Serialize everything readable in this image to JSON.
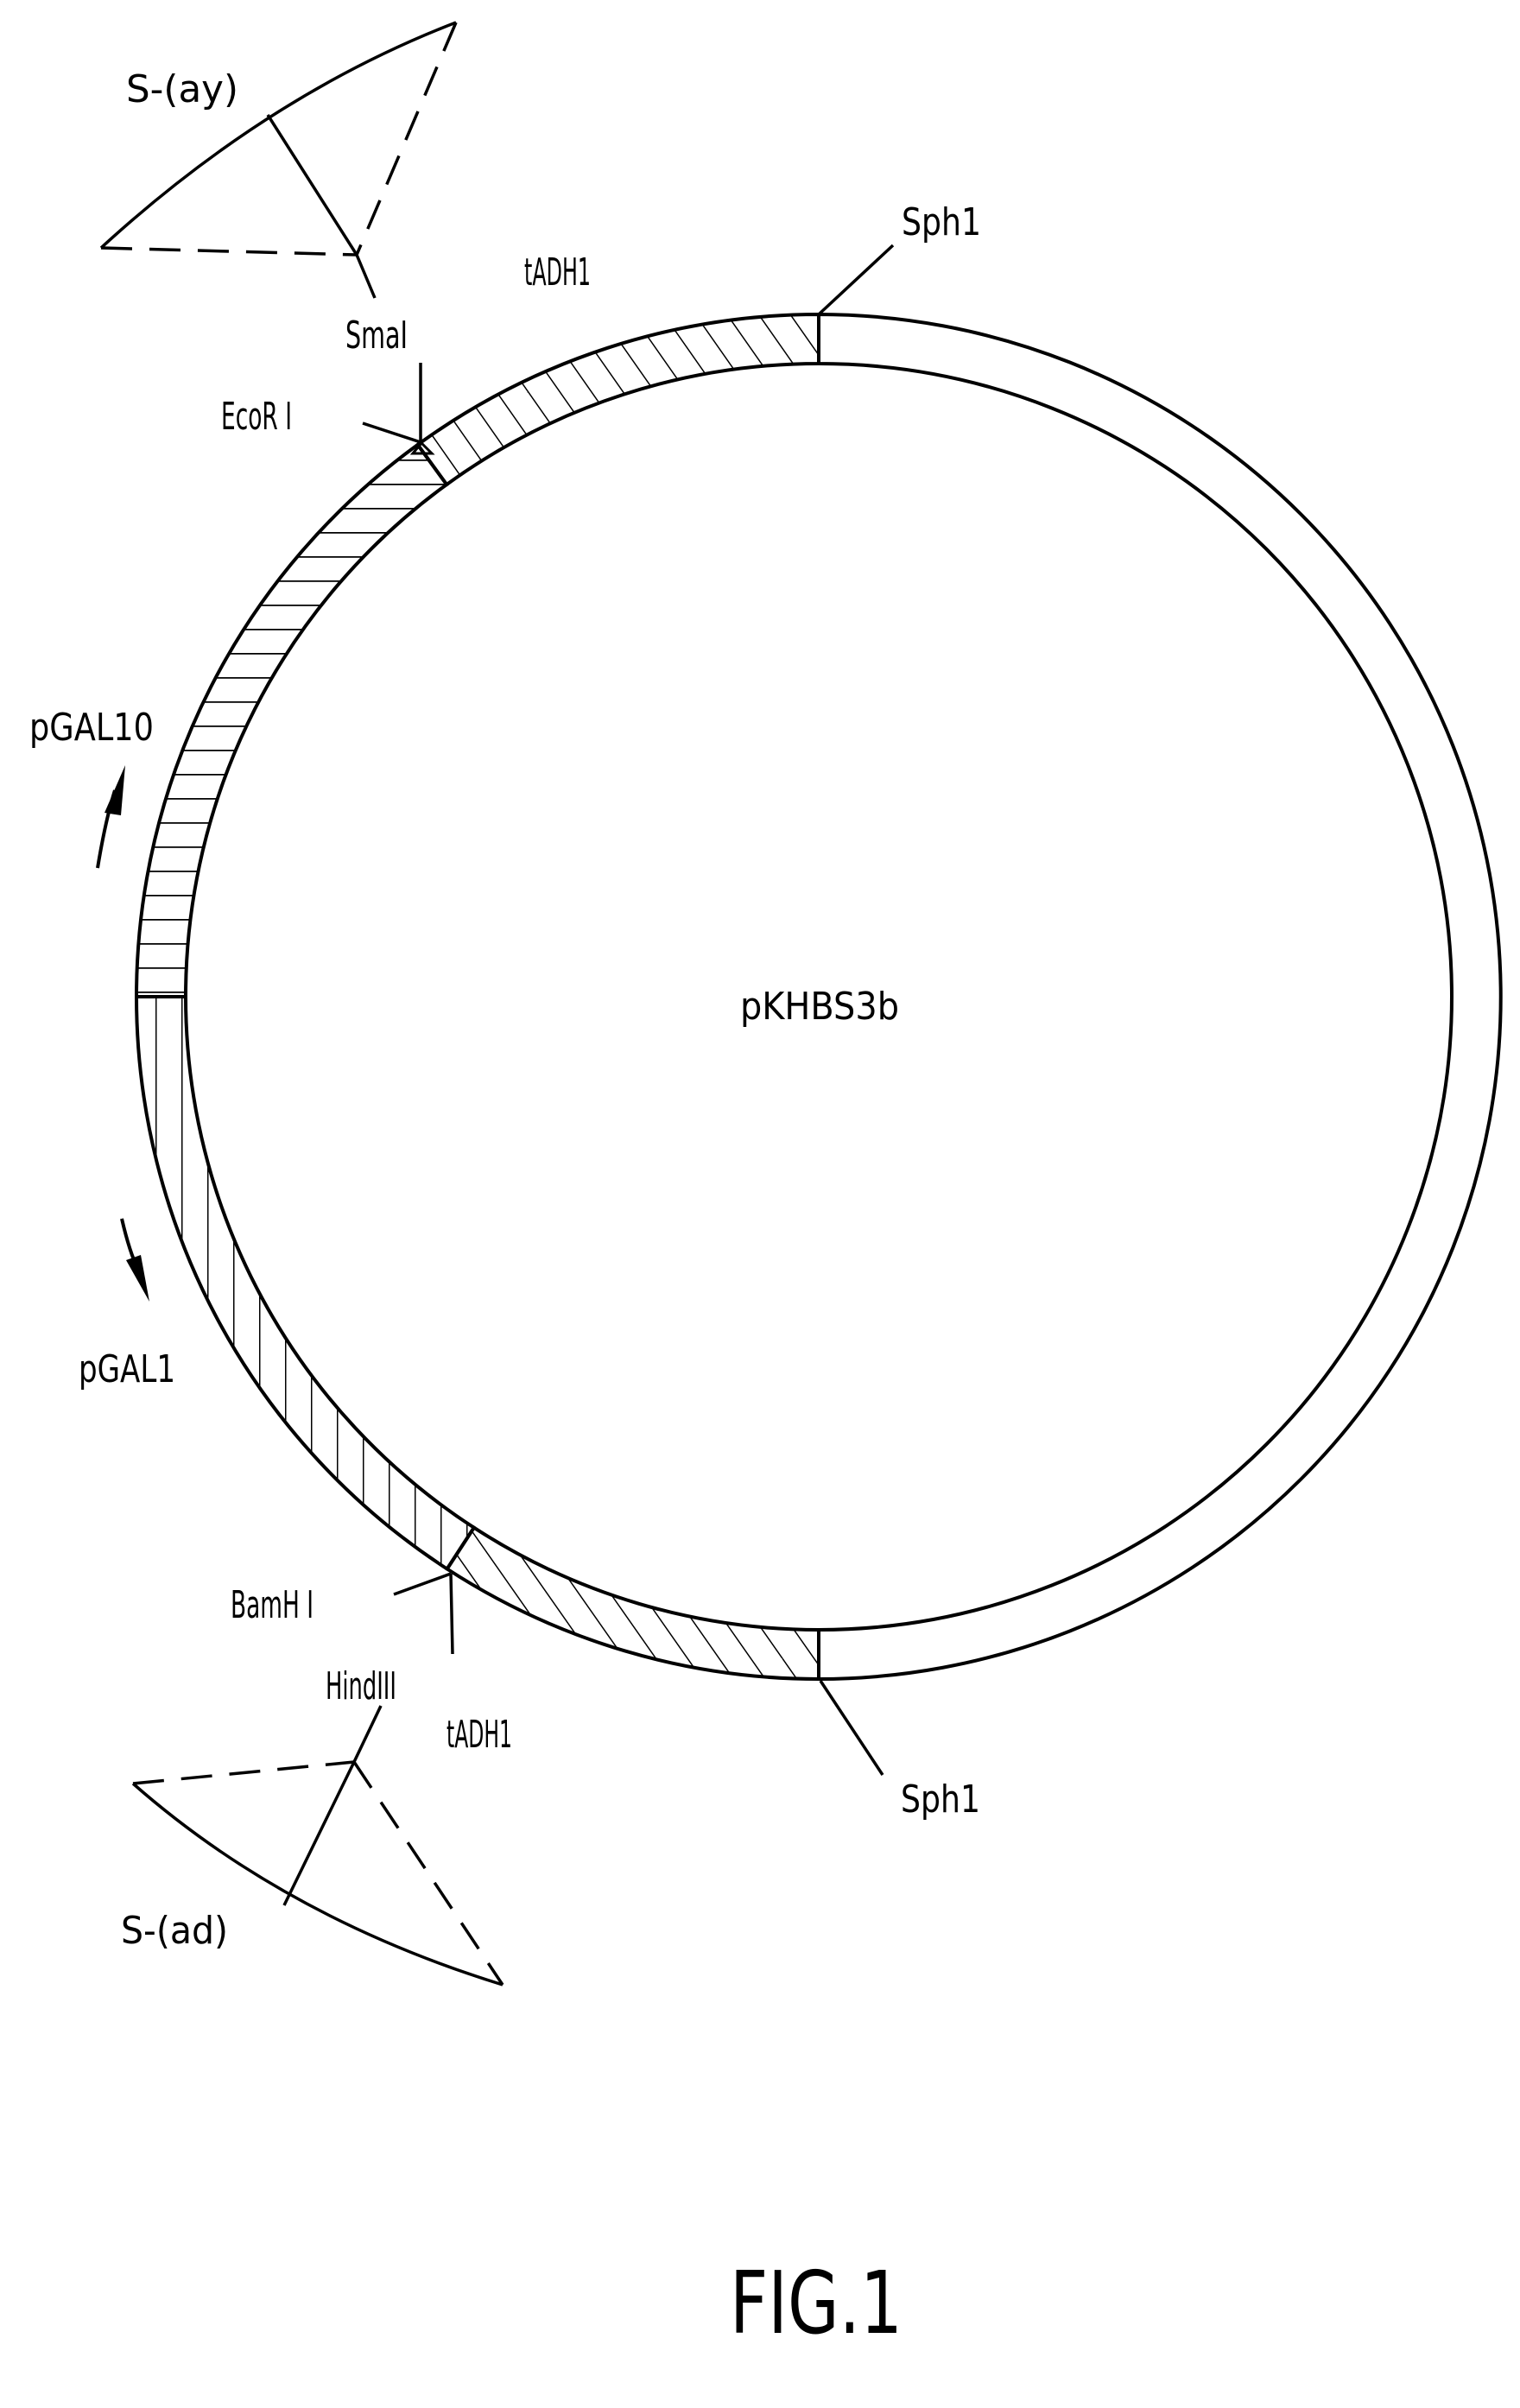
{
  "figure": {
    "caption": "FIG.1",
    "plasmid_name": "pKHBS3b",
    "colors": {
      "ink": "#000000",
      "background": "#ffffff"
    }
  },
  "segments": [
    {
      "id": "tadh1-upper",
      "label": "tADH1",
      "pattern": "diagonal-hatch",
      "start_deg": 234,
      "end_deg": 270
    },
    {
      "id": "pgal10",
      "label": "pGAL10",
      "pattern": "horizontal-lines",
      "start_deg": 180,
      "end_deg": 234
    },
    {
      "id": "pgal1",
      "label": "pGAL1",
      "pattern": "vertical-lines",
      "start_deg": 123,
      "end_deg": 180
    },
    {
      "id": "tadh1-lower",
      "label": "tADH1",
      "pattern": "diagonal-hatch",
      "start_deg": 90,
      "end_deg": 123
    },
    {
      "id": "vector-backbone",
      "label": "",
      "pattern": "blank",
      "start_deg": -90,
      "end_deg": 90
    }
  ],
  "sites": {
    "sph1_top": "Sph1",
    "sph1_bottom": "Sph1",
    "smai": "SmaI",
    "ecori": "EcoR I",
    "bamhi": "BamH I",
    "hindiii": "HindIII"
  },
  "labels": {
    "tadh1_upper": "tADH1",
    "tadh1_lower": "tADH1",
    "pgal10": "pGAL10",
    "pgal1": "pGAL1",
    "s_ay": "S-(ay)",
    "s_ad": "S-(ad)"
  }
}
